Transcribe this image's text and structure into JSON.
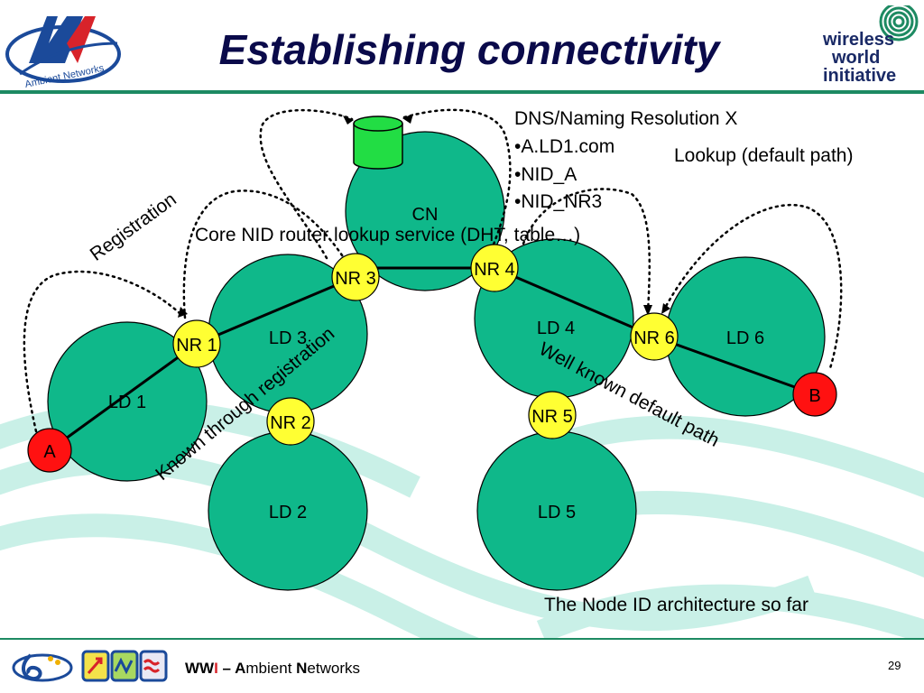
{
  "title": "Establishing connectivity",
  "logos": {
    "ambient_letters": "AN",
    "ambient_text": "Ambient Networks",
    "wwi_line1": "wireless",
    "wwi_line2": "world",
    "wwi_line3": "initiative"
  },
  "labels": {
    "dns_title": "DNS/Naming Resolution X",
    "dns_item1": "•A.LD1.com",
    "dns_item2": "•NID_A",
    "dns_item3": "•NID_NR3",
    "lookup": "Lookup (default path)",
    "registration": "Registration",
    "core_service": "Core NID router lookup service (DHT, table…)",
    "known_registration": "Known through registration",
    "well_known_path": "Well known default path",
    "caption": "The Node ID architecture so far"
  },
  "domains": {
    "cn": "CN",
    "ld1": "LD 1",
    "ld2": "LD 2",
    "ld3": "LD 3",
    "ld4": "LD 4",
    "ld5": "LD 5",
    "ld6": "LD 6"
  },
  "routers": {
    "nr1": "NR 1",
    "nr2": "NR 2",
    "nr3": "NR 3",
    "nr4": "NR 4",
    "nr5": "NR 5",
    "nr6": "NR 6"
  },
  "endpoints": {
    "a": "A",
    "b": "B"
  },
  "footer": {
    "w1": "WW",
    "w2": "I",
    "sep": " – ",
    "a1": "A",
    "a2": "mbient ",
    "n1": "N",
    "n2": "etworks",
    "page": "29"
  },
  "colors": {
    "domain": "#0fb88a",
    "router": "#ffff33",
    "endpoint": "#ff1111",
    "database": "#22dd44",
    "title": "#0a0a4a",
    "accent": "#1d8a62"
  }
}
